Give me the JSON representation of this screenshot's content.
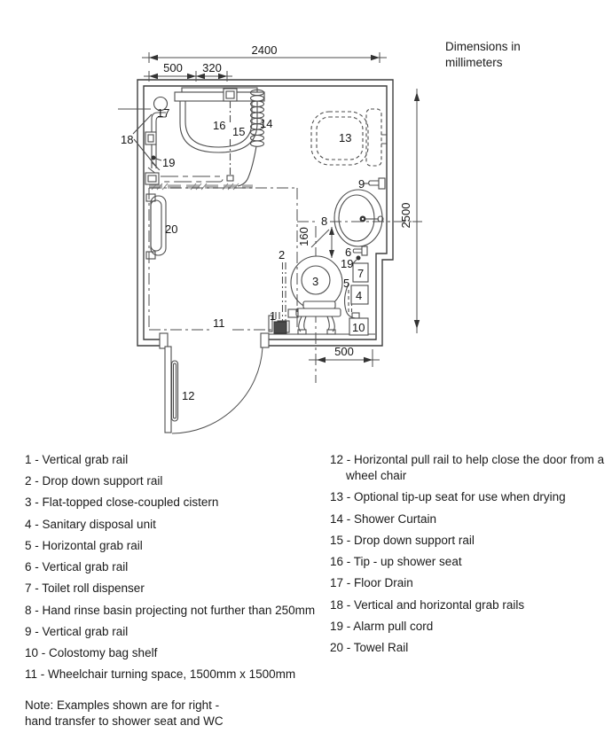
{
  "header": {
    "units_line1": "Dimensions in",
    "units_line2": "millimeters"
  },
  "plan": {
    "dims": {
      "width": "2400",
      "seg1": "500",
      "seg2": "320",
      "height": "2500",
      "basin": "160",
      "toilet": "500"
    },
    "callouts": {
      "c1": "1",
      "c2": "2",
      "c3": "3",
      "c4": "4",
      "c5": "5",
      "c6": "6",
      "c7": "7",
      "c8": "8",
      "c9": "9",
      "c10": "10",
      "c11": "11",
      "c12": "12",
      "c13": "13",
      "c14": "14",
      "c15": "15",
      "c16": "16",
      "c17": "17",
      "c18": "18",
      "c19": "19",
      "c20": "20"
    }
  },
  "legend": {
    "left": [
      {
        "label": "1 - Vertical grab rail"
      },
      {
        "label": "2 - Drop down support rail"
      },
      {
        "label": "3 - Flat-topped close-coupled cistern"
      },
      {
        "label": "4 - Sanitary disposal unit"
      },
      {
        "label": "5 - Horizontal grab rail"
      },
      {
        "label": "6 - Vertical grab rail"
      },
      {
        "label": "7 - Toilet roll dispenser"
      },
      {
        "label": "8 - Hand rinse basin projecting not further than 250mm"
      },
      {
        "label": "9 - Vertical grab rail"
      },
      {
        "label": "10 - Colostomy bag shelf"
      },
      {
        "label": "11 - Wheelchair turning space, 1500mm x 1500mm"
      }
    ],
    "right": [
      {
        "label": "12 - Horizontal pull rail to help close the door from a wheel chair"
      },
      {
        "label": "13 - Optional tip-up seat for use when drying"
      },
      {
        "label": "14 - Shower Curtain"
      },
      {
        "label": "15 - Drop down support rail"
      },
      {
        "label": "16 - Tip - up shower seat"
      },
      {
        "label": "17 - Floor Drain"
      },
      {
        "label": "18 - Vertical and horizontal grab rails"
      },
      {
        "label": "19 - Alarm pull cord"
      },
      {
        "label": "20 - Towel Rail"
      }
    ]
  },
  "note": {
    "line1": "Note: Examples shown are for right -",
    "line2": "hand transfer to shower seat and WC"
  }
}
